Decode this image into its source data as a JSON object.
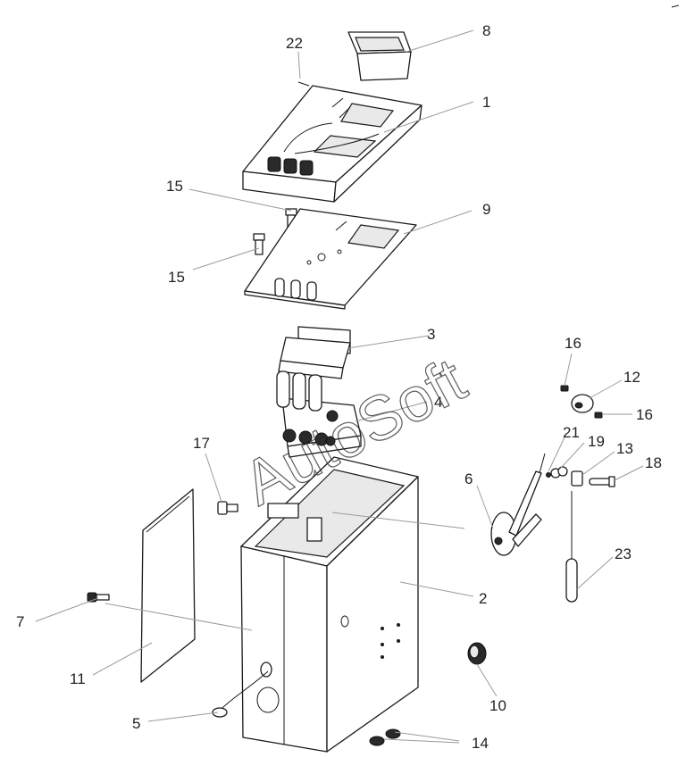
{
  "callouts": [
    "1",
    "2",
    "3",
    "4",
    "5",
    "6",
    "7",
    "8",
    "9",
    "10",
    "11",
    "12",
    "13",
    "14",
    "15",
    "15",
    "16",
    "16",
    "17",
    "18",
    "19",
    "21",
    "22",
    "23"
  ],
  "watermark": "AutoSoft"
}
